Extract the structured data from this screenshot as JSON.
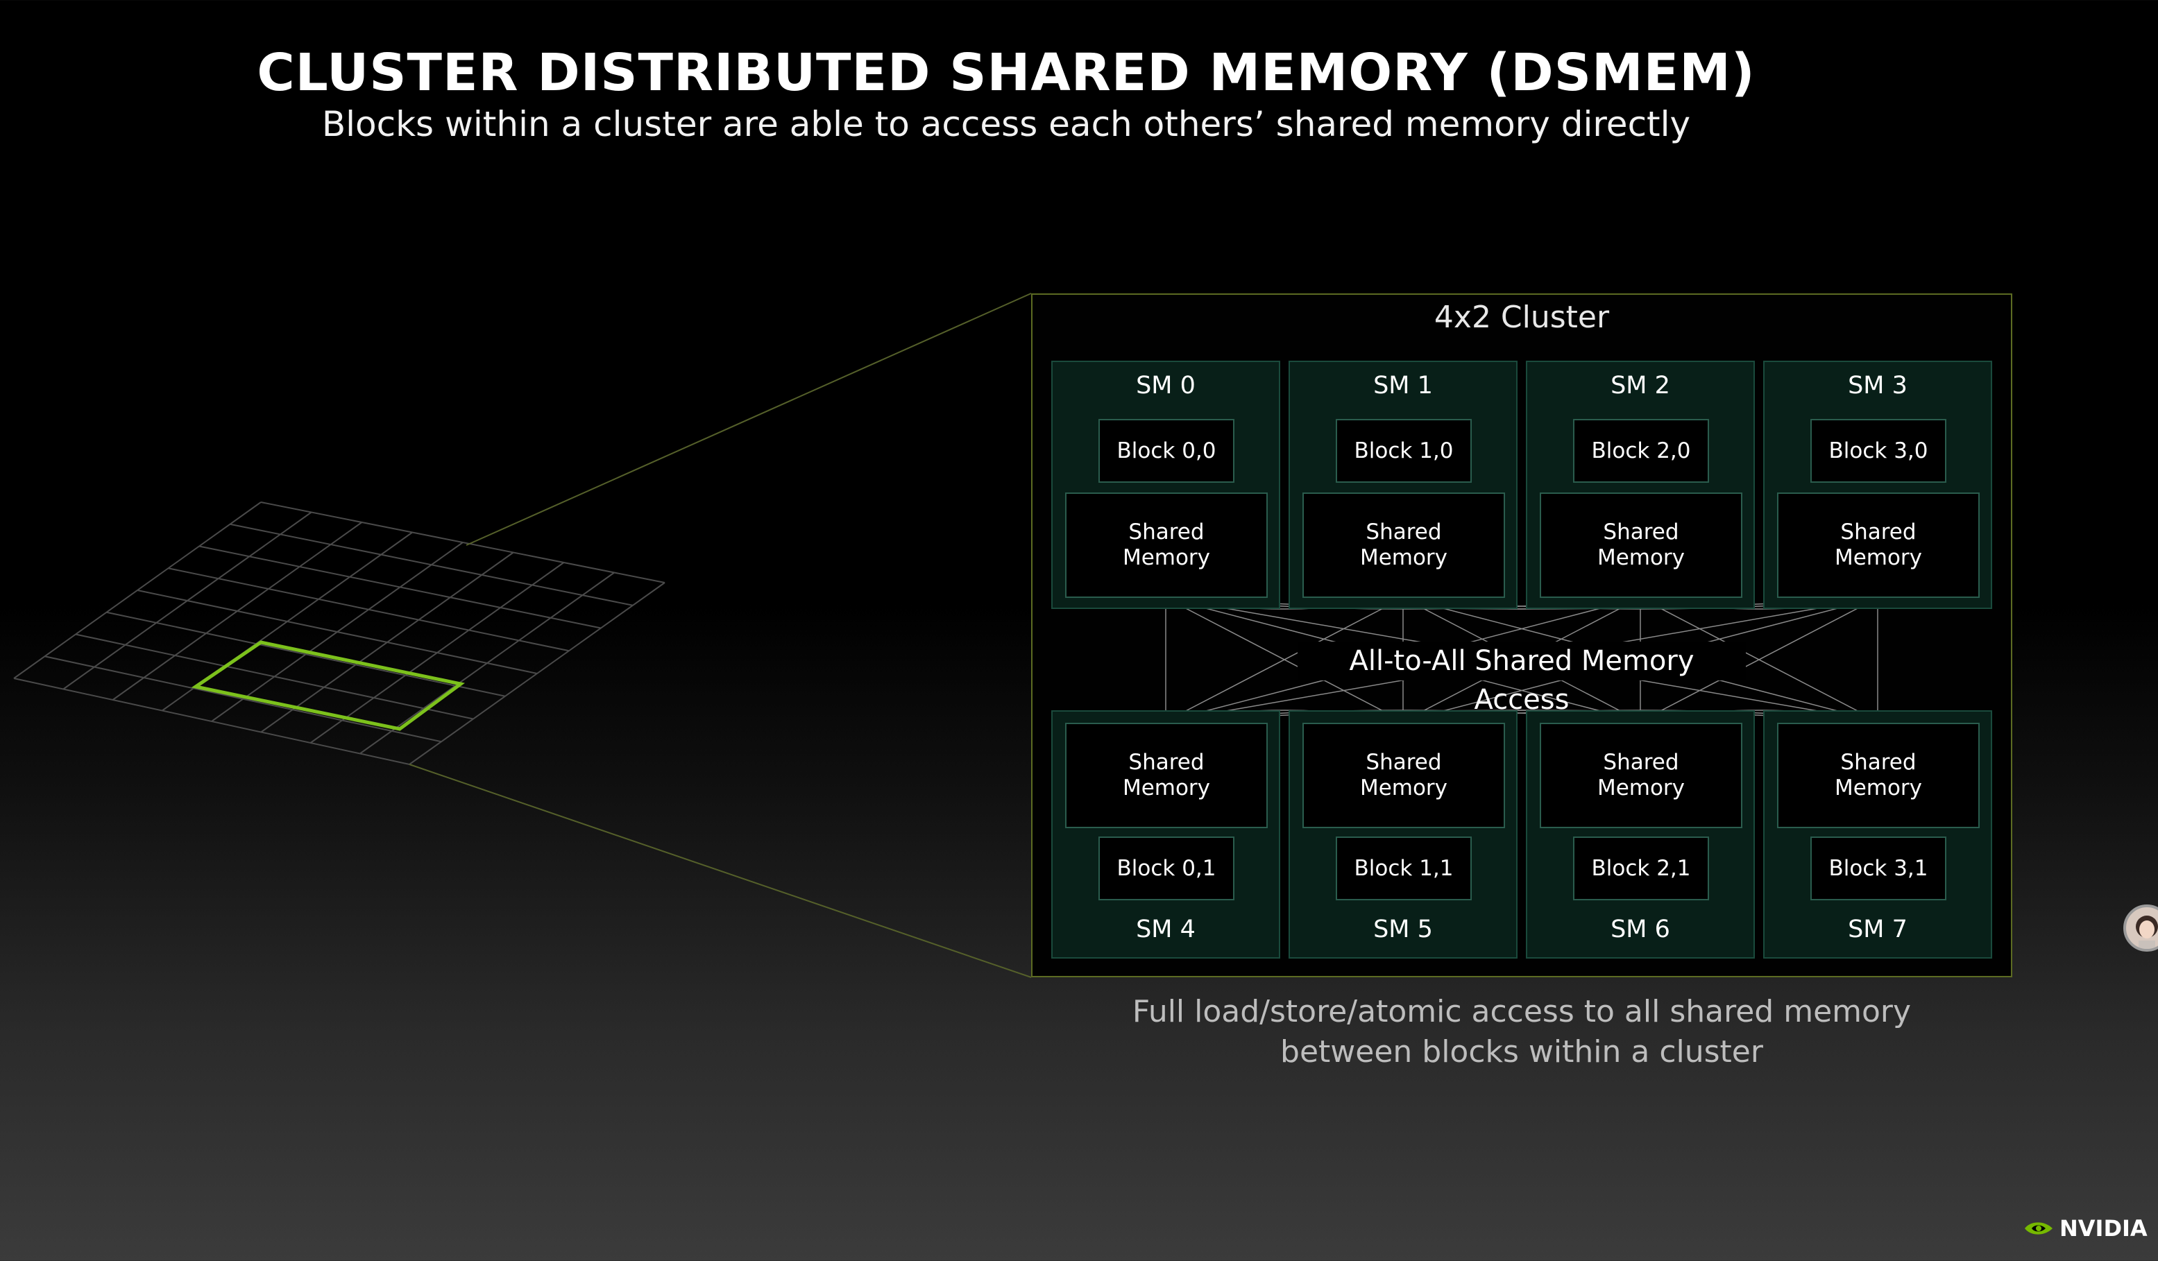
{
  "title": "CLUSTER DISTRIBUTED SHARED MEMORY (DSMEM)",
  "subtitle": "Blocks within a cluster are able to access each others’ shared memory directly",
  "cluster": {
    "title": "4x2 Cluster",
    "access_label": "All-to-All Shared Memory Access",
    "top_row": [
      {
        "sm": "SM 0",
        "block": "Block 0,0",
        "mem1": "Shared",
        "mem2": "Memory"
      },
      {
        "sm": "SM 1",
        "block": "Block 1,0",
        "mem1": "Shared",
        "mem2": "Memory"
      },
      {
        "sm": "SM 2",
        "block": "Block 2,0",
        "mem1": "Shared",
        "mem2": "Memory"
      },
      {
        "sm": "SM 3",
        "block": "Block 3,0",
        "mem1": "Shared",
        "mem2": "Memory"
      }
    ],
    "bottom_row": [
      {
        "sm": "SM 4",
        "block": "Block 0,1",
        "mem1": "Shared",
        "mem2": "Memory"
      },
      {
        "sm": "SM 5",
        "block": "Block 1,1",
        "mem1": "Shared",
        "mem2": "Memory"
      },
      {
        "sm": "SM 6",
        "block": "Block 2,1",
        "mem1": "Shared",
        "mem2": "Memory"
      },
      {
        "sm": "SM 7",
        "block": "Block 3,1",
        "mem1": "Shared",
        "mem2": "Memory"
      }
    ]
  },
  "caption": {
    "line1": "Full load/store/atomic access to all shared memory",
    "line2": "between blocks within a cluster"
  },
  "logo": {
    "text": "NVIDIA",
    "icon": "nvidia-eye-icon",
    "color": "#76b900"
  },
  "colors": {
    "accent": "#76b900",
    "sm_fill": "#081f18",
    "frame": "#5c6b22"
  }
}
